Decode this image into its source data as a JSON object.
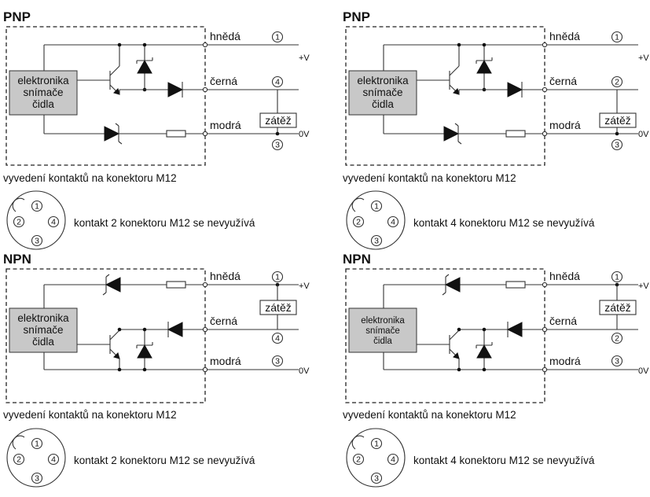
{
  "labels": {
    "electronics_line1": "elektronika",
    "electronics_line2": "snímače",
    "electronics_line3": "čidla",
    "brown": "hnědá",
    "black": "černá",
    "blue": "modrá",
    "load": "zátěž",
    "plus_v": "+V",
    "zero_v": "0V",
    "caption": "vyvedení kontaktů na konektoru M12"
  },
  "panels": [
    {
      "title": "PNP",
      "type": "pnp",
      "black_pin": "4",
      "note": "kontakt 2 konektoru M12 se nevyužívá"
    },
    {
      "title": "PNP",
      "type": "pnp",
      "black_pin": "2",
      "note": "kontakt 4 konektoru M12 se nevyužívá"
    },
    {
      "title": "NPN",
      "type": "npn",
      "black_pin": "4",
      "note": "kontakt 2 konektoru M12 se nevyužívá"
    },
    {
      "title": "NPN",
      "type": "npn",
      "black_pin": "2",
      "note": "kontakt 4 konektoru M12 se nevyužívá"
    }
  ],
  "connector_pins": [
    "1",
    "2",
    "3",
    "4"
  ],
  "pin_brown": "1",
  "pin_blue": "3"
}
